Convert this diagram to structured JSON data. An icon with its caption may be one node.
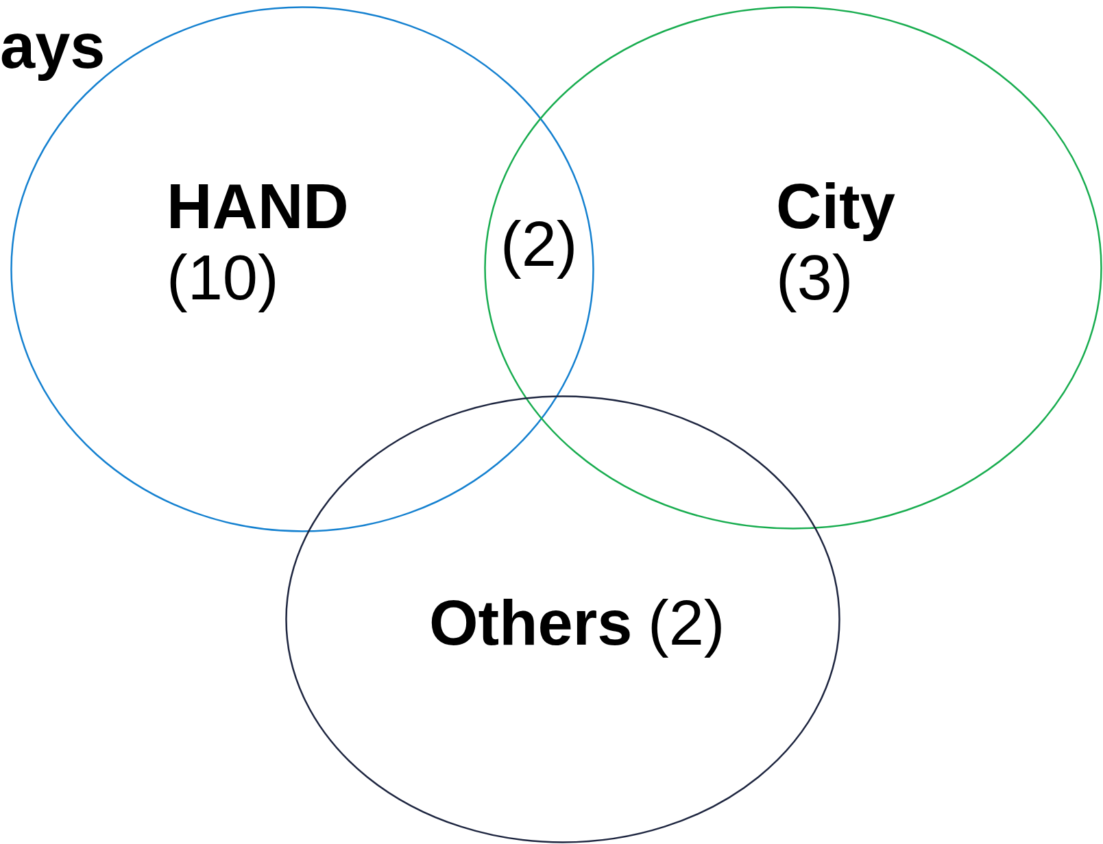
{
  "diagram": {
    "nodes": [
      {
        "text": [
          "HAND",
          "(10)"
        ]
      },
      {
        "text": [
          "City",
          "(3)"
        ]
      },
      {
        "text": [
          "Others",
          "(2)"
        ]
      }
    ],
    "labels": [
      "ays",
      "(2)"
    ]
  }
}
